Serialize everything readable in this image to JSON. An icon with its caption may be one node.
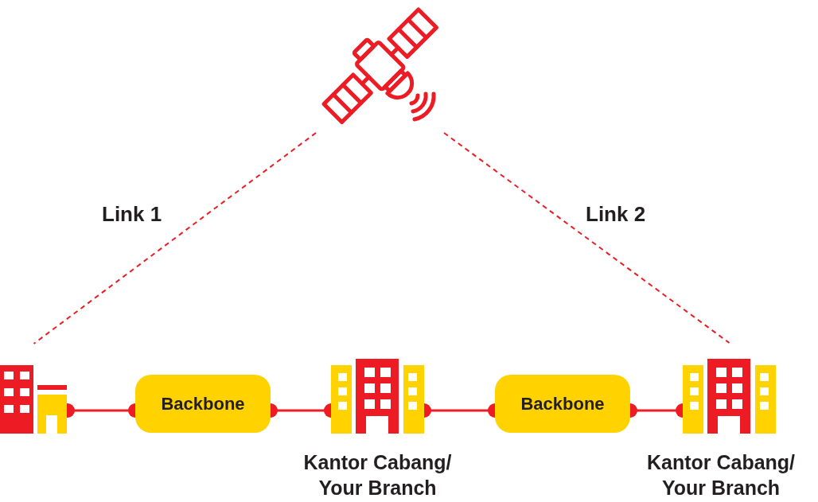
{
  "diagram": {
    "nodes": [
      {
        "text": [],
        "shape": "picture"
      },
      {
        "text": [],
        "shape": "picture"
      },
      {
        "text": [
          "Backbone"
        ]
      },
      {
        "text": [],
        "shape": "picture",
        "beside": [
          "Kantor Cabang/ Your Branch"
        ]
      },
      {
        "text": [
          "Backbone"
        ]
      },
      {
        "text": [],
        "shape": "picture",
        "beside": [
          "Kantor Cabang/ Your Branch"
        ]
      }
    ],
    "edges": [
      {
        "from": 0,
        "to": 1,
        "arrow": "none",
        "style": "dashed",
        "label": "Link 1"
      },
      {
        "from": 0,
        "to": 5,
        "arrow": "none",
        "style": "dashed",
        "label": "Link 2"
      },
      {
        "from": 1,
        "to": 2,
        "arrow": "other"
      },
      {
        "from": 2,
        "to": 3,
        "arrow": "other"
      },
      {
        "from": 3,
        "to": 4,
        "arrow": "other"
      },
      {
        "from": 4,
        "to": 5,
        "arrow": "other"
      }
    ]
  }
}
